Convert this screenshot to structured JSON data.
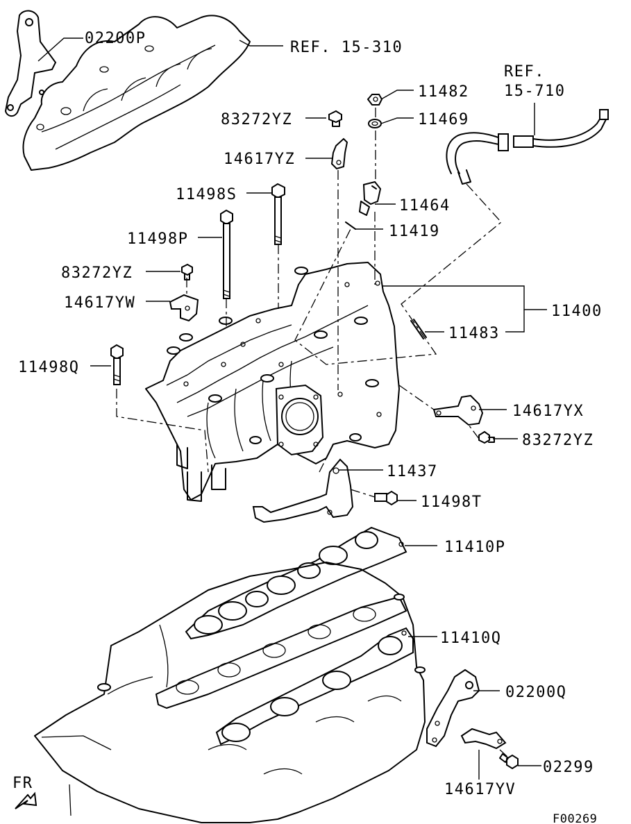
{
  "diagram_code": "F00269",
  "front_marker": "FR",
  "callouts": [
    {
      "id": "p02200P",
      "text": "02200P"
    },
    {
      "id": "ref15310",
      "text": "REF. 15-310"
    },
    {
      "id": "ref_line1",
      "text": "REF."
    },
    {
      "id": "ref_line2",
      "text": "15-710"
    },
    {
      "id": "p11482",
      "text": "11482"
    },
    {
      "id": "p83272YZ_a",
      "text": "83272YZ"
    },
    {
      "id": "p11469",
      "text": "11469"
    },
    {
      "id": "p14617YZ",
      "text": "14617YZ"
    },
    {
      "id": "p11498S",
      "text": "11498S"
    },
    {
      "id": "p11464",
      "text": "11464"
    },
    {
      "id": "p11419",
      "text": "11419"
    },
    {
      "id": "p11498P",
      "text": "11498P"
    },
    {
      "id": "p83272YZ_b",
      "text": "83272YZ"
    },
    {
      "id": "p14617YW",
      "text": "14617YW"
    },
    {
      "id": "p11400",
      "text": "11400"
    },
    {
      "id": "p11483",
      "text": "11483"
    },
    {
      "id": "p11498Q",
      "text": "11498Q"
    },
    {
      "id": "p14617YX",
      "text": "14617YX"
    },
    {
      "id": "p83272YZ_c",
      "text": "83272YZ"
    },
    {
      "id": "p11437",
      "text": "11437"
    },
    {
      "id": "p11498T",
      "text": "11498T"
    },
    {
      "id": "p11410P",
      "text": "11410P"
    },
    {
      "id": "p11410Q",
      "text": "11410Q"
    },
    {
      "id": "p02200Q",
      "text": "02200Q"
    },
    {
      "id": "p02299",
      "text": "02299"
    },
    {
      "id": "p14617YV",
      "text": "14617YV"
    }
  ]
}
